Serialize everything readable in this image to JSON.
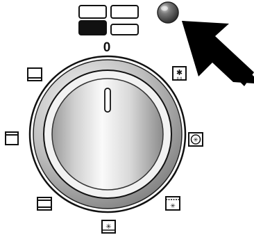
{
  "selector": {
    "position_label": "0",
    "modes": [
      {
        "id": "bottom-heat",
        "icon": "bottom-heat-icon"
      },
      {
        "id": "defrost",
        "icon": "defrost-icon"
      },
      {
        "id": "top-bottom-heat",
        "icon": "top-bottom-heat-icon"
      },
      {
        "id": "fan-oven",
        "icon": "fan-icon"
      },
      {
        "id": "top-bottom-heat-alt",
        "icon": "top-bottom-heat-alt-icon"
      },
      {
        "id": "fan-grill",
        "icon": "fan-grill-icon"
      },
      {
        "id": "fan-bottom",
        "icon": "fan-bottom-icon"
      }
    ]
  },
  "indicator_lamp": {
    "icon": "indicator-light-icon",
    "state": "off"
  },
  "pointer": {
    "icon": "arrow-icon",
    "target": "indicator_lamp"
  },
  "colors": {
    "icon_line": "#111111",
    "knob_ring": "#c9c9c9",
    "knob_face": "#e6e6e6",
    "lamp": "#5a5a5a",
    "arrow": "#000000"
  }
}
